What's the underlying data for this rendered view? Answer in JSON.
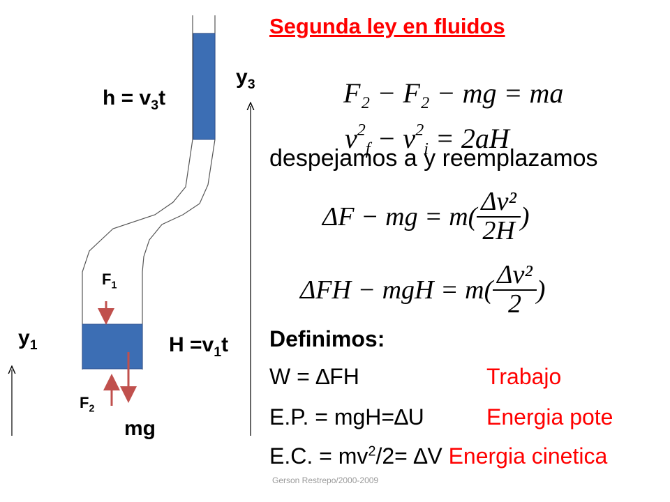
{
  "title": "Segunda ley en fluidos",
  "diagram": {
    "label_h": "h = v",
    "label_h_sub": "3",
    "label_h_t": "t",
    "label_H": "H =v",
    "label_H_sub": "1",
    "label_H_t": "t",
    "y3": "y",
    "y3_sub": "3",
    "y1": "y",
    "y1_sub": "1",
    "F1": "F",
    "F1_sub": "1",
    "F2": "F",
    "F2_sub": "2",
    "mg": "mg"
  },
  "equations": {
    "eq1": "F₂ − F₂ − mg = ma",
    "eq2_a": "ν",
    "eq2_sup1": "2",
    "eq2_sub1": "f",
    "eq2_b": " − ν",
    "eq2_sup2": "2",
    "eq2_sub2": "i",
    "eq2_c": " = 2aH",
    "despejamos": "despejamos a y reemplazamos",
    "eq3_left": "ΔF − mg  = m(",
    "eq3_num": "Δν²",
    "eq3_den": "2H",
    "eq3_right": ")",
    "eq4_left": "ΔFH − mgH  = m(",
    "eq4_num": "Δν²",
    "eq4_den": "2",
    "eq4_right": ")"
  },
  "definitions": {
    "heading": "Definimos:",
    "w": "W = ∆FH",
    "w_label": "Trabajo",
    "ep": "E.P. = mgH=∆U",
    "ep_label": "Energia pote",
    "ec_pre": "E.C. = mv",
    "ec_sup": "2",
    "ec_post": "/2= ∆V",
    "ec_label": "Energia cinetica"
  },
  "footer": "Gerson Restrepo/2000-2009",
  "colors": {
    "red": "#ff0000",
    "fluid": "#3c6eb4",
    "arrow_red": "#c0504d"
  }
}
